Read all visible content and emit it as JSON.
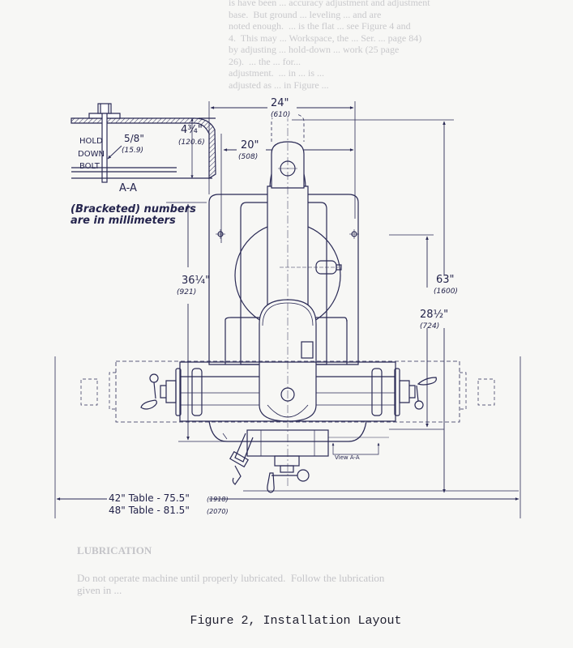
{
  "figure": {
    "caption": "Figure 2, Installation Layout"
  },
  "section_view": {
    "label": "A-A",
    "bolt_label_lines": [
      "HOLD",
      "DOWN",
      "BOLT"
    ],
    "bolt_diameter": "5/8\"",
    "bolt_diameter_mm": "(15.9)",
    "flange_height": "4¾\"",
    "flange_height_mm": "(120.6)"
  },
  "note": {
    "line1": "(Bracketed) numbers",
    "line2": "are in millimeters"
  },
  "dimensions": {
    "width_overall": "24\"",
    "width_overall_mm": "(610)",
    "bolt_spacing": "20\"",
    "bolt_spacing_mm": "(508)",
    "height_left": "36¼\"",
    "height_left_mm": "(921)",
    "height_overall": "63\"",
    "height_overall_mm": "(1600)",
    "height_right": "28½\"",
    "height_right_mm": "(724)",
    "table_42": "42\" Table - 75.5\"",
    "table_42_mm": "(1918)",
    "table_48": "48\" Table - 81.5\"",
    "table_48_mm": "(2070)"
  },
  "view_marker": {
    "label": "View   A-A"
  },
  "background_text": {
    "top": "is have been ... accuracy adjustment and adjustment\nbase.  But ground ... leveling ... and are\nnoted enough.  ... is the flat ... see Figure 4 and\n4.  This may ... Workspace, the ... Ser. ... page 84)\nby adjusting ... hold-down ... work (25 page\n26).  ... the ... for...\nadjustment.  ... in ... is ...\nadjusted as ... in Figure ...",
    "lower": "LUBRICATION\nDo not ... operate machine until properly lubricated.  Follow the ...\ngiven in ..."
  }
}
